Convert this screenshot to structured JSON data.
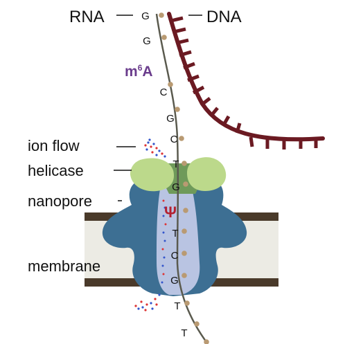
{
  "labels": {
    "rna": "RNA",
    "dna": "DNA",
    "ion_flow": "ion flow",
    "helicase": "helicase",
    "nanopore": "nanopore",
    "membrane": "membrane"
  },
  "modifications": {
    "m6a_base": "m",
    "m6a_sup": "6",
    "m6a_tail": "A",
    "psi": "Ψ"
  },
  "bases": [
    "G",
    "G",
    "C",
    "G",
    "C",
    "T",
    "G",
    "T",
    "C",
    "G",
    "T",
    "T"
  ],
  "colors": {
    "dna": "#6b1a22",
    "rna_strand": "#5a5a4e",
    "bead": "#b99a72",
    "helicase": "#bcd98b",
    "helicase_dark": "#6f9a5a",
    "nanopore": "#3d6f93",
    "pore_channel": "#b9c4e2",
    "membrane_fill": "#ecebe4",
    "membrane_edge": "#4a3a2a",
    "m6a": "#6a3c8c",
    "psi": "#b32030"
  }
}
